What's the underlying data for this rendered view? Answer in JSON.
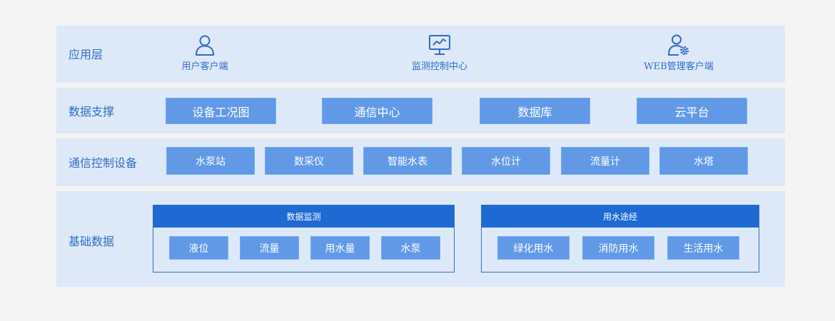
{
  "layers": {
    "application": {
      "label": "应用层",
      "items": [
        {
          "icon": "user-icon",
          "label": "用户客户端"
        },
        {
          "icon": "monitor-chart-icon",
          "label": "监测控制中心"
        },
        {
          "icon": "user-gear-icon",
          "label": "WEB管理客户端"
        }
      ]
    },
    "data_support": {
      "label": "数据支撑",
      "items": [
        "设备工况图",
        "通信中心",
        "数据库",
        "云平台"
      ]
    },
    "comm_devices": {
      "label": "通信控制设备",
      "items": [
        "水泵站",
        "数采仪",
        "智能水表",
        "水位计",
        "流量计",
        "水塔"
      ]
    },
    "base_data": {
      "label": "基础数据",
      "groups": [
        {
          "title": "数据监测",
          "items": [
            "液位",
            "流量",
            "用水量",
            "水泵"
          ]
        },
        {
          "title": "用水途经",
          "items": [
            "绿化用水",
            "消防用水",
            "生活用水"
          ]
        }
      ]
    }
  },
  "colors": {
    "background": "#f4f4f4",
    "layer_bg": "#dde9f9",
    "box_fill": "#6199e6",
    "header_fill": "#1e6ad2",
    "text_accent": "#2f6dc4"
  }
}
